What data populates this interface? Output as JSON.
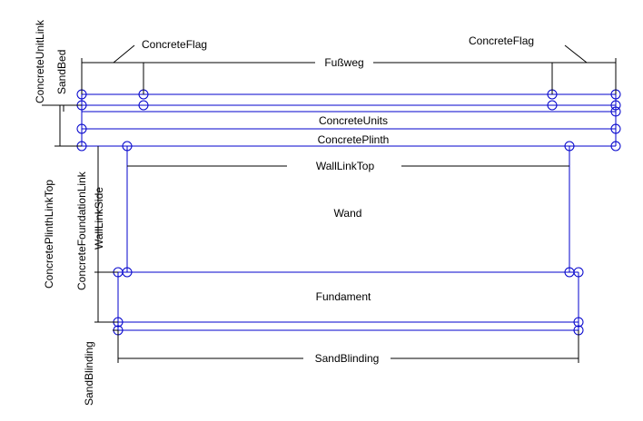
{
  "colors": {
    "geometry": "#0000cc",
    "annotation": "#000000",
    "background": "#ffffff"
  },
  "labels": {
    "fussweg": "Fußweg",
    "concrete_flag_left": "ConcreteFlag",
    "concrete_flag_right": "ConcreteFlag",
    "concrete_units": "ConcreteUnits",
    "concrete_plinth": "ConcretePlinth",
    "wall_link_top": "WallLinkTop",
    "wand": "Wand",
    "fundament": "Fundament",
    "sand_blinding_horizontal": "SandBlinding",
    "concrete_unit_link": "ConcreteUnitLink",
    "sand_bed": "SandBed",
    "concrete_plinth_link_top": "ConcretePlinthLinkTop",
    "concrete_foundation_link": "ConcreteFoundationLink",
    "wall_link_side": "WallLinkSide",
    "sand_blinding_vertical": "SandBlinding"
  }
}
